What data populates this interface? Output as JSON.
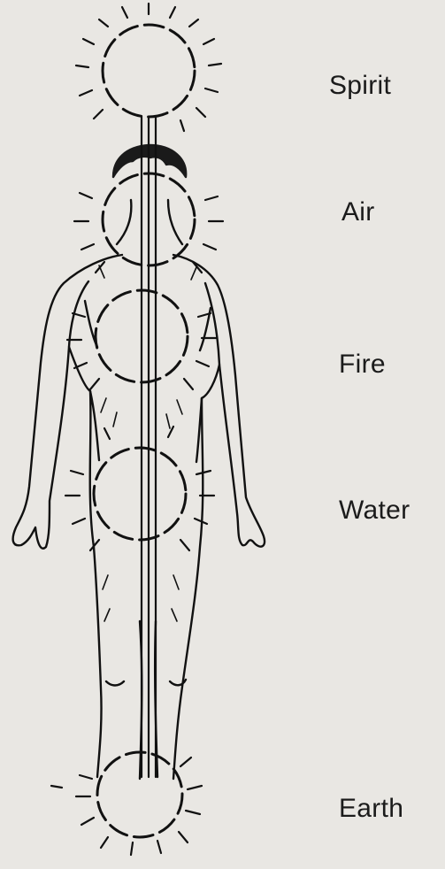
{
  "diagram": {
    "labels": {
      "spirit": "Spirit",
      "air": "Air",
      "fire": "Fire",
      "water": "Water",
      "earth": "Earth"
    },
    "colors": {
      "ink": "#111111",
      "paper": "#e9e7e3",
      "hair": "#1a1a1a"
    }
  }
}
